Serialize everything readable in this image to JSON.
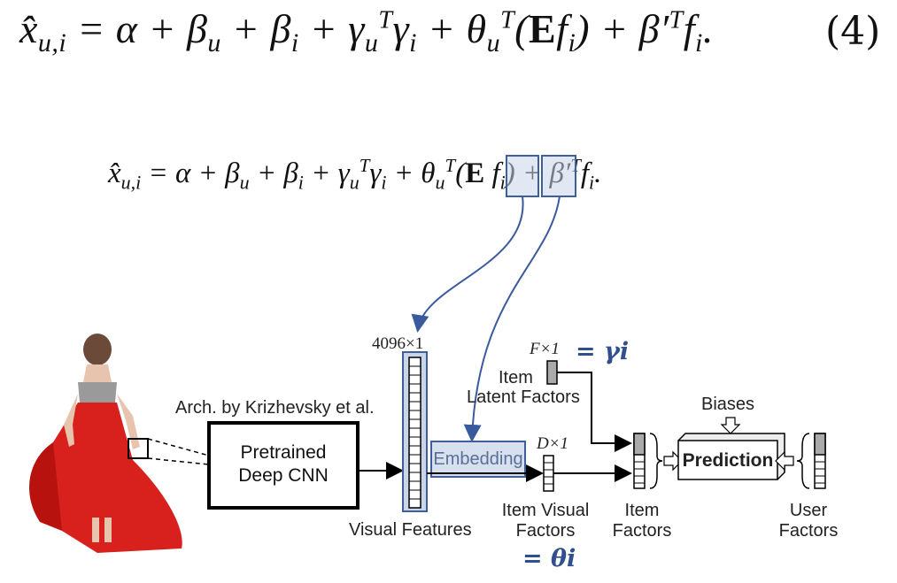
{
  "equation_main": "x̂u,i = α + βu + βi + γuTγi + θuT(E fi) + β′T fi.",
  "equation_number": "(4)",
  "equation_annotated": "x̂u,i = α + βu + βi + γuTγi + θuT(E fi) + β′T fi.",
  "diagram": {
    "arch_label": "Arch. by Krizhevsky et al.",
    "cnn_box_line1": "Pretrained",
    "cnn_box_line2": "Deep CNN",
    "visual_dim": "4096×1",
    "visual_label": "Visual Features",
    "embedding_label": "Embedding",
    "item_visual_dim": "D×1",
    "item_visual_label_line1": "Item Visual",
    "item_visual_label_line2": "Factors",
    "theta_label": "= θi",
    "latent_dim": "F×1",
    "gamma_label": "= γi",
    "latent_label_line1": "Item",
    "latent_label_line2": "Latent Factors",
    "item_factors_line1": "Item",
    "item_factors_line2": "Factors",
    "biases_label": "Biases",
    "prediction_label": "Prediction",
    "user_factors_line1": "User",
    "user_factors_line2": "Factors"
  },
  "colors": {
    "highlight_fill": "#c9d6ea",
    "highlight_stroke": "#3f5f9a",
    "arrow_blue": "#3a5a9e",
    "dress_red": "#d8201c"
  }
}
